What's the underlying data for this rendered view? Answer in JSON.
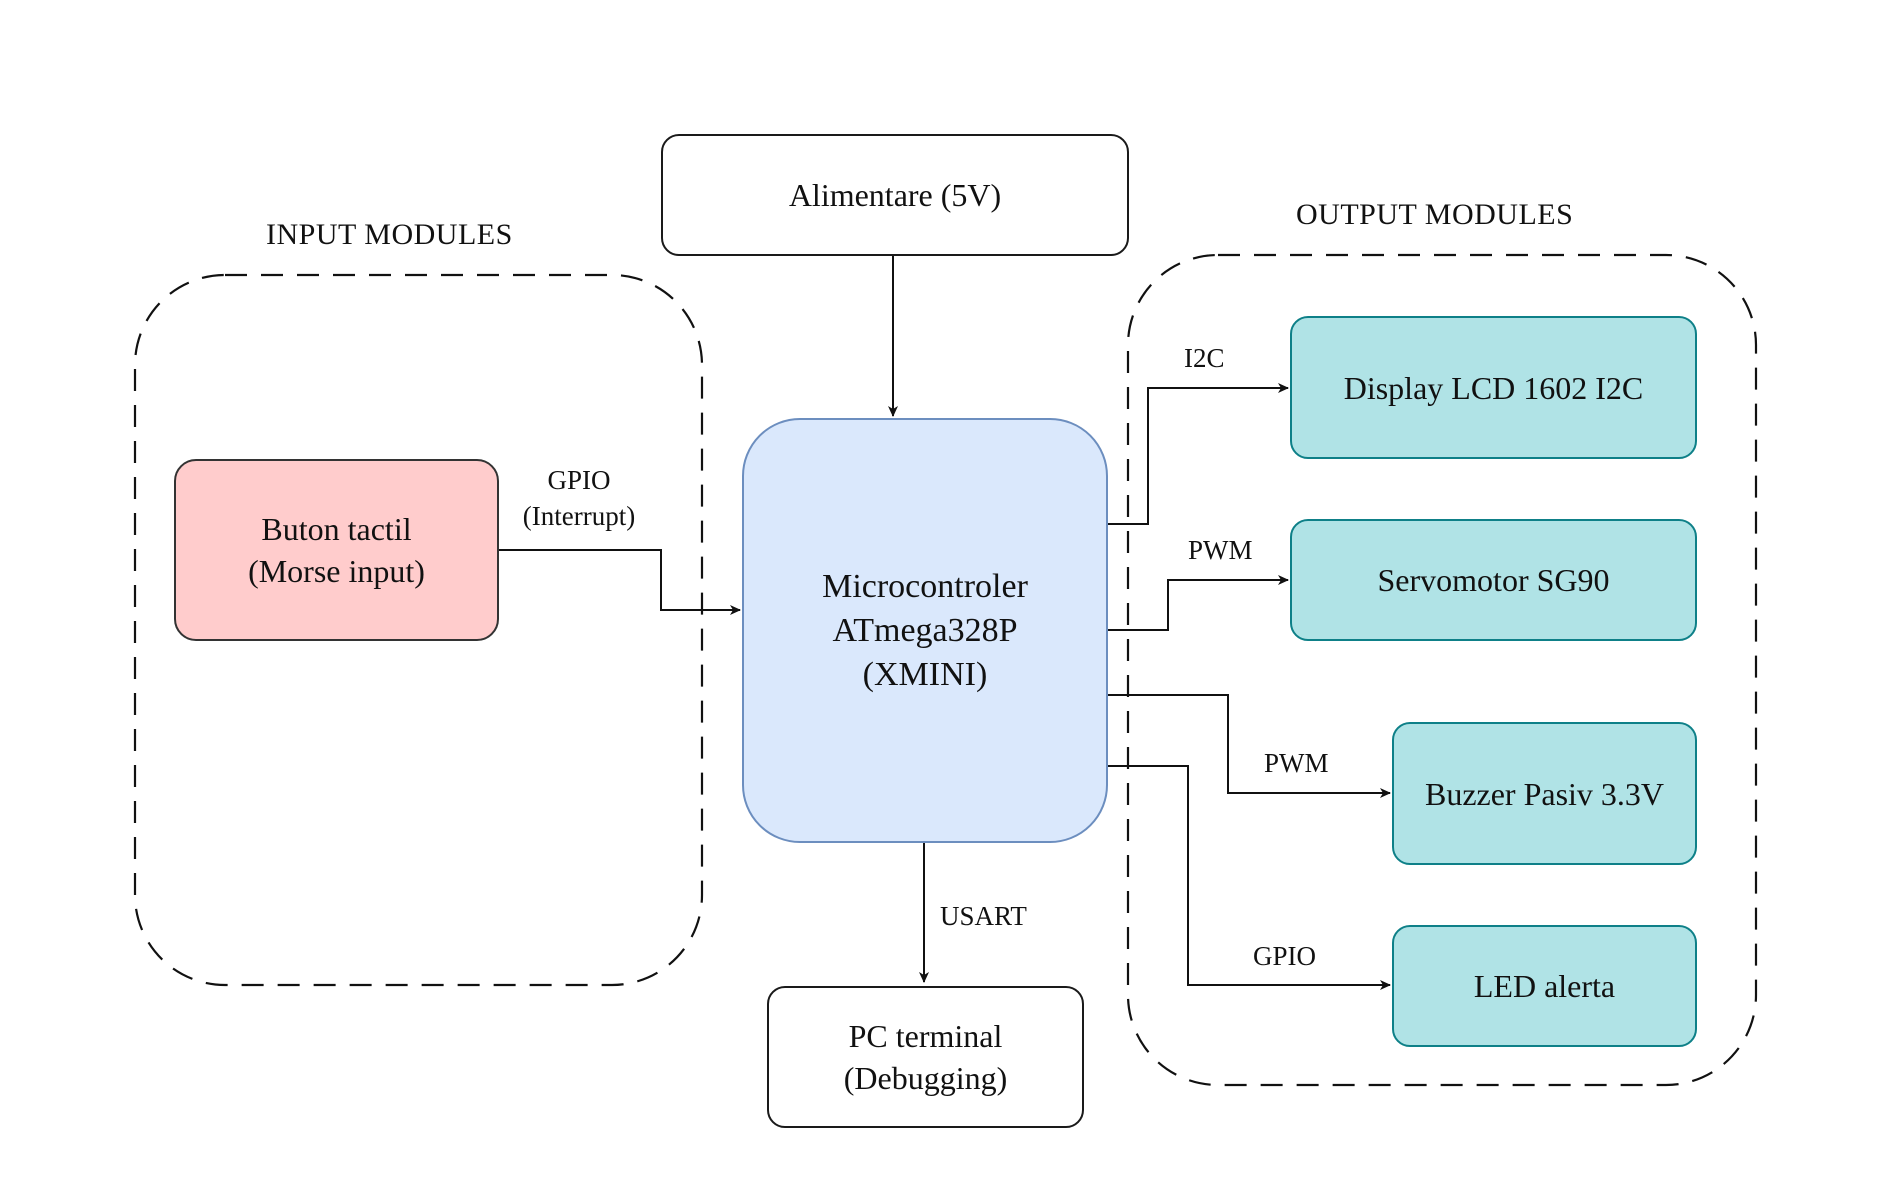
{
  "groups": {
    "input_title": "INPUT MODULES",
    "output_title": "OUTPUT MODULES"
  },
  "nodes": {
    "power": {
      "label": "Alimentare (5V)"
    },
    "button": {
      "line1": "Buton tactil",
      "line2": "(Morse input)"
    },
    "mcu": {
      "line1": "Microcontroler",
      "line2": "ATmega328P",
      "line3": "(XMINI)"
    },
    "pc": {
      "line1": "PC terminal",
      "line2": "(Debugging)"
    },
    "lcd": {
      "label": "Display LCD 1602 I2C"
    },
    "servo": {
      "label": "Servomotor SG90"
    },
    "buzzer": {
      "label": "Buzzer Pasiv 3.3V"
    },
    "led": {
      "label": "LED alerta"
    }
  },
  "edges": {
    "button_mcu": {
      "line1": "GPIO",
      "line2": "(Interrupt)"
    },
    "mcu_lcd": "I2C",
    "mcu_servo": "PWM",
    "mcu_buzzer": "PWM",
    "mcu_led": "GPIO",
    "mcu_pc": "USART"
  },
  "colors": {
    "button_fill": "#ffcccc",
    "mcu_fill": "#dae8fc",
    "mcu_stroke": "#6c8ebf",
    "output_fill": "#b0e3e6",
    "output_stroke": "#0e8088"
  }
}
